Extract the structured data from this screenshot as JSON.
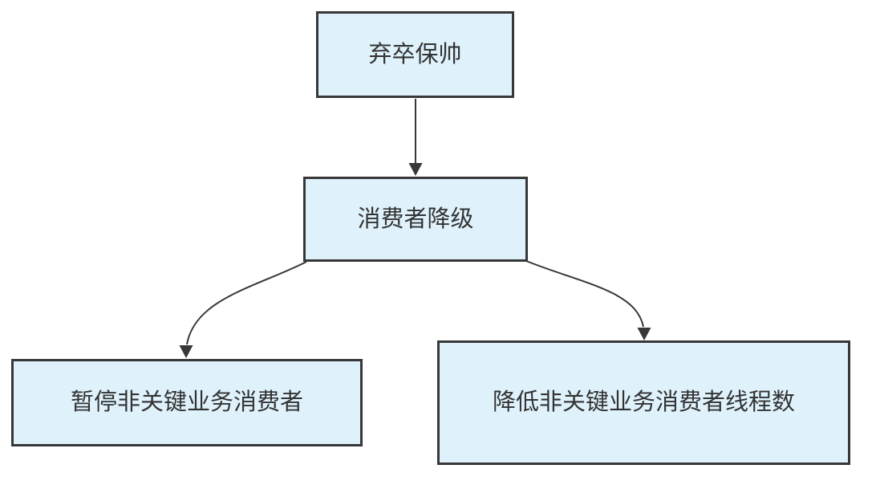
{
  "diagram": {
    "type": "flowchart",
    "nodes": [
      {
        "id": "root",
        "label": "弃卒保帅"
      },
      {
        "id": "downgrade",
        "label": "消费者降级"
      },
      {
        "id": "pause",
        "label": "暂停非关键业务消费者"
      },
      {
        "id": "reduce",
        "label": "降低非关键业务消费者线程数"
      }
    ],
    "edges": [
      {
        "from": "弃卒保帅",
        "to": "消费者降级",
        "style": "straight-arrow"
      },
      {
        "from": "消费者降级",
        "to": "暂停非关键业务消费者",
        "style": "curved-arrow"
      },
      {
        "from": "消费者降级",
        "to": "降低非关键业务消费者线程数",
        "style": "curved-arrow"
      }
    ]
  },
  "theme": {
    "node_fill": "#dff2fc",
    "node_border": "#373737",
    "arrow_color": "#373737",
    "text_color": "#333333",
    "background": "#ffffff"
  }
}
